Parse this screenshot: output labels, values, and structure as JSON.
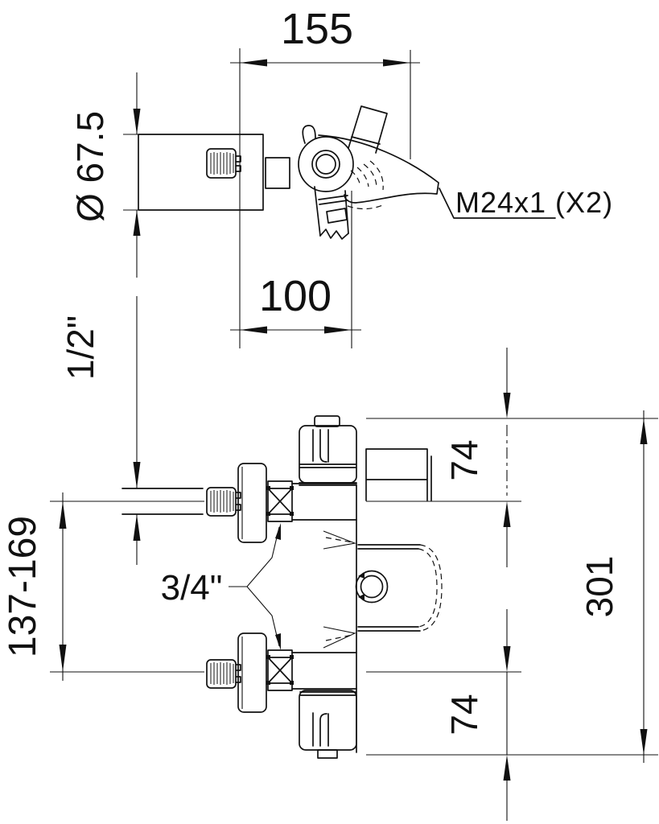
{
  "colors": {
    "ink": "#111111",
    "paper": "#ffffff"
  },
  "labels": {
    "overall_width": "155",
    "body_diameter": "Ø 67.5",
    "spout_thread": "M24x1 (X2)",
    "spout_reach": "100",
    "inlet_thread": "1/2\"",
    "inlet_spacing": "137-169",
    "union_thread": "3/4\"",
    "upper_offset": "74",
    "lower_offset": "74",
    "overall_height": "301"
  }
}
